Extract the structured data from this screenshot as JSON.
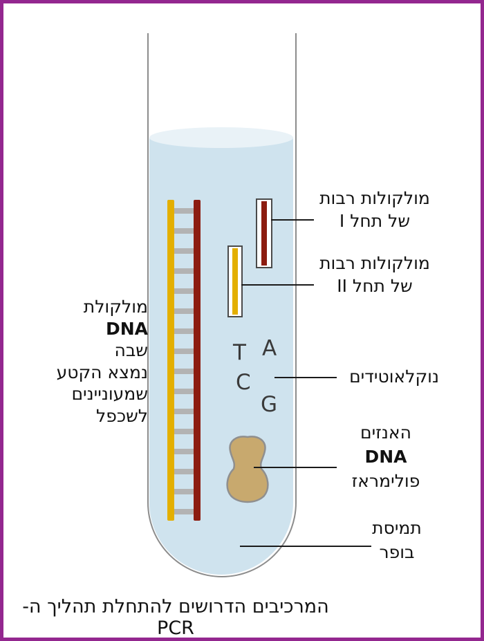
{
  "caption": "המרכיבים הדרושים להתחלת תהליך ה- PCR",
  "right_labels": {
    "primer1": {
      "line1": "מולקולות רבות",
      "line2": "של תחל I"
    },
    "primer2": {
      "line1": "מולקולות רבות",
      "line2": "של תחל II"
    },
    "nucleotides": "נוקלאוטידים",
    "enzyme": {
      "line1": "האנזים",
      "line2": "DNA",
      "line3": "פולימראז"
    },
    "buffer": {
      "line1": "תמיסת",
      "line2": "בופר"
    }
  },
  "left_label": {
    "lines": [
      "מולקולת",
      "DNA",
      "שבה",
      "נמצא הקטע",
      "שמעוניינים",
      "לשכפל"
    ]
  },
  "nucleotide_letters": [
    "T",
    "A",
    "C",
    "G"
  ],
  "colors": {
    "frame": "#93278f",
    "liquid": "#cfe3ee",
    "liquid_surface": "#e9f2f7",
    "strand_yellow": "#e3af00",
    "strand_red": "#8c1c10",
    "rung": "#b3b3b3",
    "enzyme_fill": "#c8a96e",
    "enzyme_stroke": "#8f8f8f"
  }
}
